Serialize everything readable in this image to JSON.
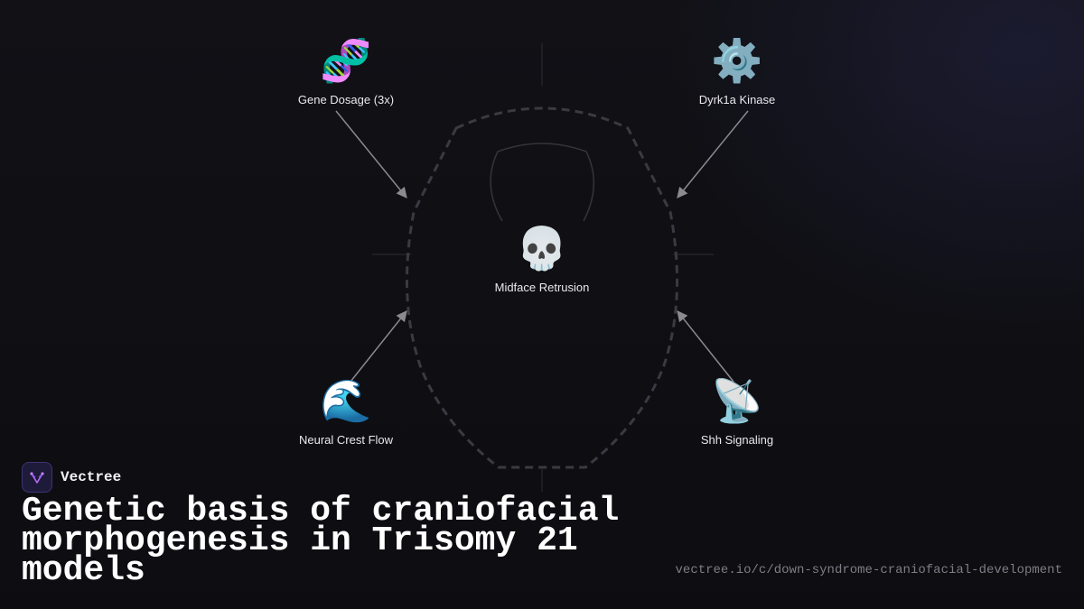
{
  "diagram": {
    "center": {
      "label": "Midface Retrusion",
      "icon": "skull-icon",
      "emoji": "💀"
    },
    "nodes": [
      {
        "label": "Gene Dosage (3x)",
        "icon": "dna-icon",
        "emoji": "🧬"
      },
      {
        "label": "Dyrk1a Kinase",
        "icon": "gear-icon",
        "emoji": "⚙️"
      },
      {
        "label": "Neural Crest Flow",
        "icon": "wave-icon",
        "emoji": "🌊"
      },
      {
        "label": "Shh Signaling",
        "icon": "satellite-dish-icon",
        "emoji": "📡"
      }
    ],
    "colors": {
      "outline": "#3a3a42",
      "arrow": "#8a8a90",
      "label": "#e8e8ee"
    }
  },
  "brand": {
    "name": "Vectree",
    "logo_icon": "vectree-logo-icon"
  },
  "title": "Genetic basis of craniofacial morphogenesis in Trisomy 21 models",
  "url": "vectree.io/c/down-syndrome-craniofacial-development"
}
